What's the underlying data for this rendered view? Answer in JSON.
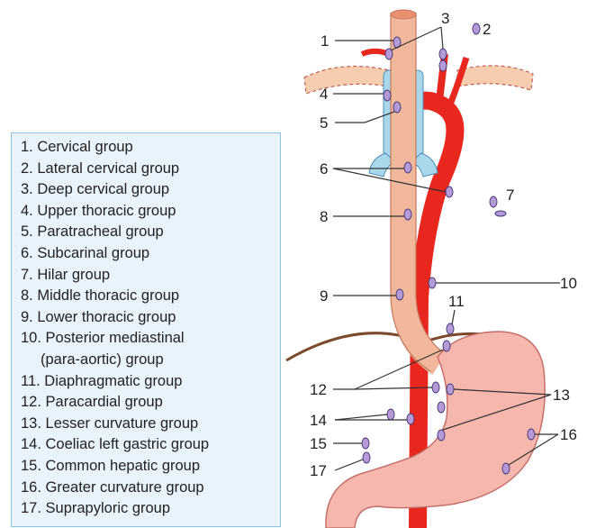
{
  "legend": {
    "items": [
      "1. Cervical group",
      "2. Lateral cervical group",
      "3. Deep cervical group",
      "4. Upper thoracic group",
      "5. Paratracheal group",
      "6. Subcarinal group",
      "7. Hilar group",
      "8. Middle thoracic group",
      "9. Lower thoracic group",
      "10. Posterior mediastinal",
      "(para-aortic) group",
      "11. Diaphragmatic group",
      "12. Paracardial group",
      "13. Lesser curvature group",
      "14. Coeliac left gastric group",
      "15. Common hepatic group",
      "16. Greater curvature group",
      "17. Suprapyloric group"
    ]
  },
  "callouts": {
    "n1": "1",
    "n2": "2",
    "n3": "3",
    "n4": "4",
    "n5": "5",
    "n6": "6",
    "n7": "7",
    "n8": "8",
    "n9": "9",
    "n10": "10",
    "n11": "11",
    "n12": "12",
    "n13": "13",
    "n14": "14",
    "n15": "15",
    "n16": "16",
    "n17": "17"
  },
  "colors": {
    "esophagus": "#f2b89c",
    "aorta": "#e8281e",
    "trachea": "#a8d8ec",
    "stomach": "#f6b7ae",
    "lymph_node": "#b49ad6",
    "legend_bg": "#e8f3fb",
    "legend_border": "#8cc3e3"
  }
}
